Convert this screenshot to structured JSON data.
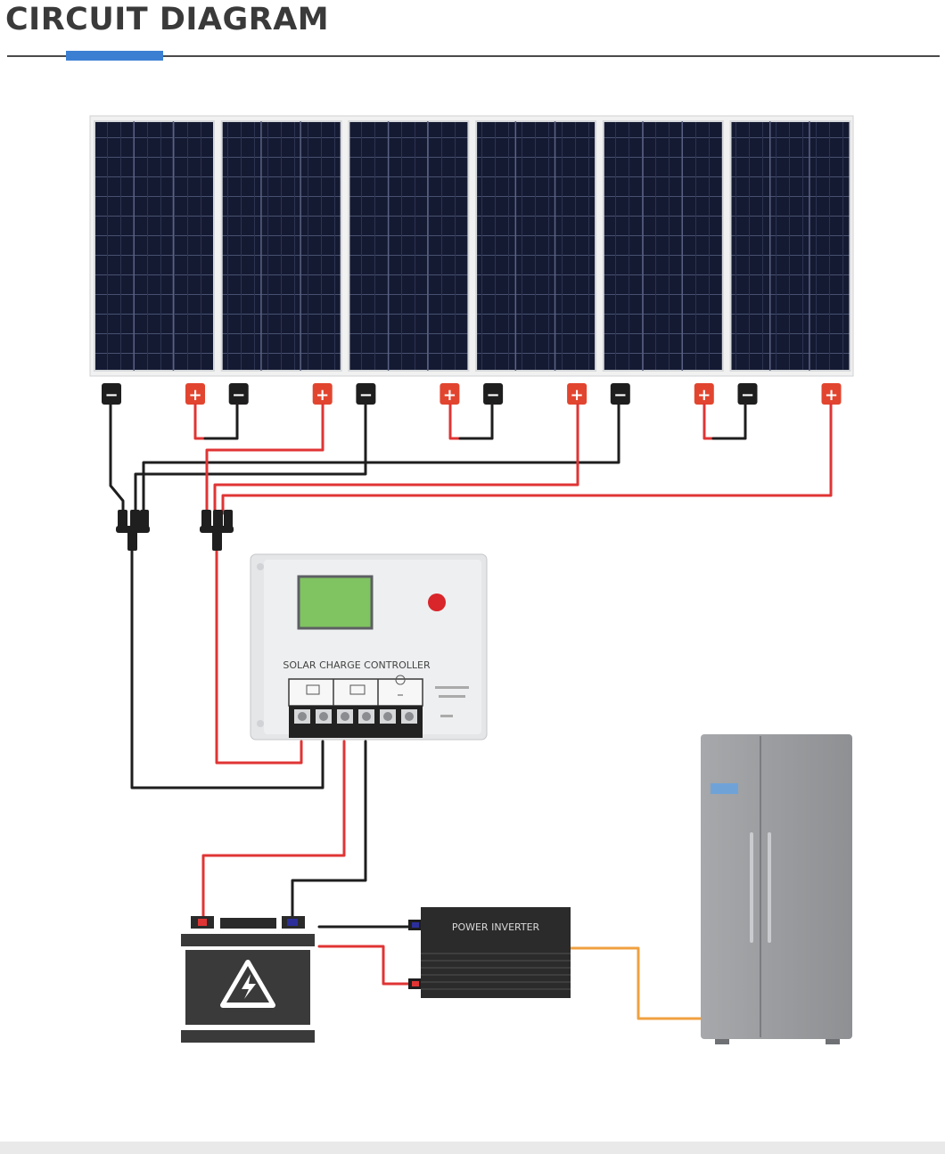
{
  "header": {
    "title": "CIRCUIT DIAGRAM",
    "accent_color": "#3b7fd3"
  },
  "diagram": {
    "panel_count": 6,
    "terminal_symbols": {
      "negative": "−",
      "positive": "+"
    },
    "controller": {
      "label": "SOLAR CHARGE CONTROLLER"
    },
    "inverter": {
      "label_line1": "POWER INVERTER",
      "label_line2": ""
    },
    "icons": {
      "panels": "solar-panel-icon",
      "connector": "mc4-branch-connector-icon",
      "controller": "charge-controller-icon",
      "battery": "battery-icon",
      "hazard": "high-voltage-icon",
      "inverter": "inverter-icon",
      "fridge": "refrigerator-icon"
    },
    "colors": {
      "positive_wire": "#e03434",
      "negative_wire": "#1e1e1e",
      "ac_wire": "#f0a040",
      "panel_cell": "#151a33",
      "positive_terminal": "#e2452f",
      "lcd": "#7fc460",
      "fridge": "#9a9c9f"
    }
  }
}
